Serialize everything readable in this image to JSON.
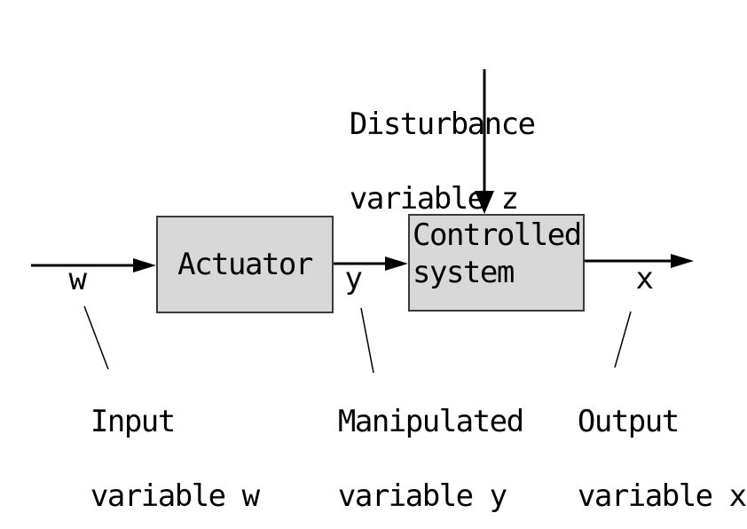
{
  "diagram": {
    "type": "control-loop-block-diagram",
    "blocks": {
      "actuator": {
        "label": "Actuator"
      },
      "controlled_system": {
        "line1": "Controlled",
        "line2": "system"
      }
    },
    "labels": {
      "disturbance": {
        "line1": "Disturbance",
        "line2": "variable z"
      },
      "input_symbol": "w",
      "manipulated_symbol": "y",
      "output_symbol": "x",
      "input_caption": {
        "line1": "Input",
        "line2": "variable w"
      },
      "manipulated_caption": {
        "line1": "Manipulated",
        "line2": "variable y"
      },
      "output_caption": {
        "line1": "Output",
        "line2": "variable x"
      }
    },
    "colors": {
      "background": "#ffffff",
      "box_fill": "#d8d8d8",
      "box_border": "#3a3a3a",
      "line": "#000000",
      "text": "#000000"
    }
  }
}
